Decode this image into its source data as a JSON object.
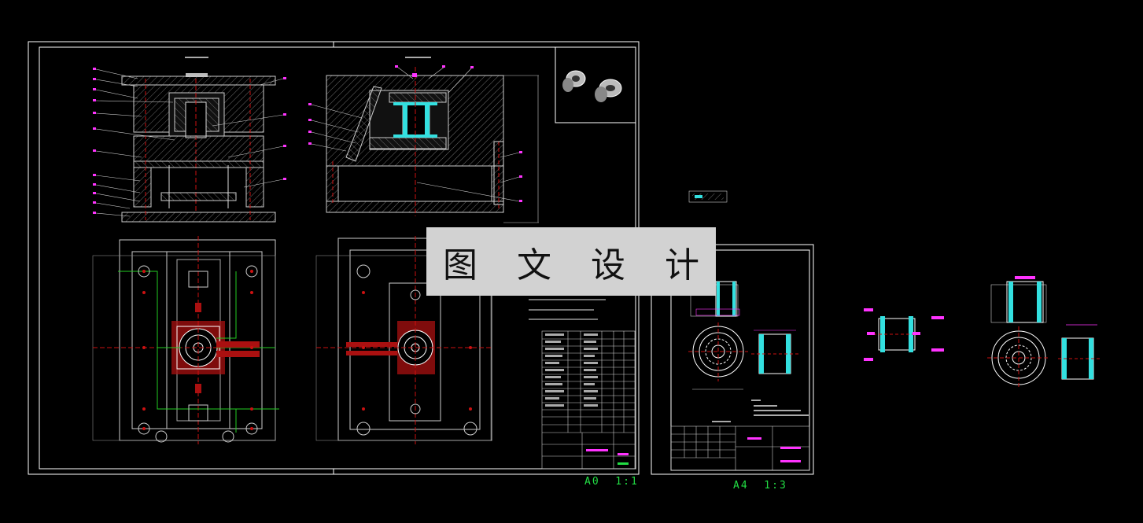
{
  "watermark": {
    "text": "图 文 设 计"
  },
  "sheets": [
    {
      "id": "a0",
      "scale_label": "A0  1:1"
    },
    {
      "id": "a4",
      "scale_label": "A4  1:3"
    }
  ],
  "colors": {
    "background": "#000000",
    "frame": "#ffffff",
    "geometry": "#cfcfcf",
    "leader": "#ff33ff",
    "cavity": "#33e0e0",
    "runner": "#cc1111",
    "cooling": "#22cc22",
    "scale_text": "#22dd44",
    "watermark_bg": "#d2d2d2"
  }
}
